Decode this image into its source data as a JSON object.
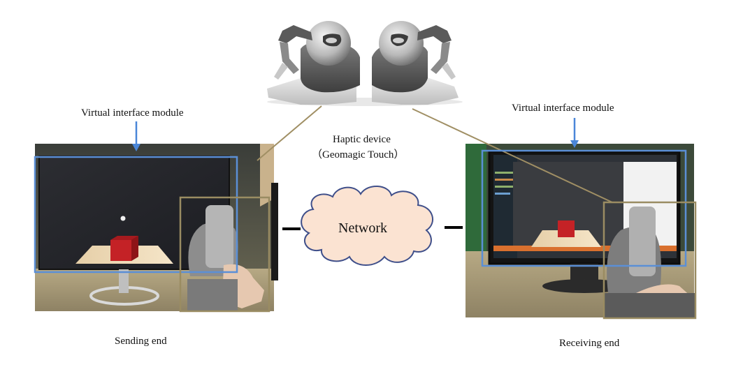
{
  "labels": {
    "virtual_interface_left": "Virtual interface module",
    "virtual_interface_right": "Virtual interface module",
    "haptic_device": "Haptic device",
    "haptic_model": "（Geomagic Touch）",
    "network": "Network",
    "sending_end": "Sending end",
    "receiving_end": "Receiving end"
  },
  "colors": {
    "interface_box": "#5b8fd6",
    "device_box": "#9a8c62",
    "link_line": "#a08f64",
    "cloud_fill": "#fbe3d2",
    "cloud_stroke": "#3f4f8a",
    "arrow": "#4a86d8"
  }
}
